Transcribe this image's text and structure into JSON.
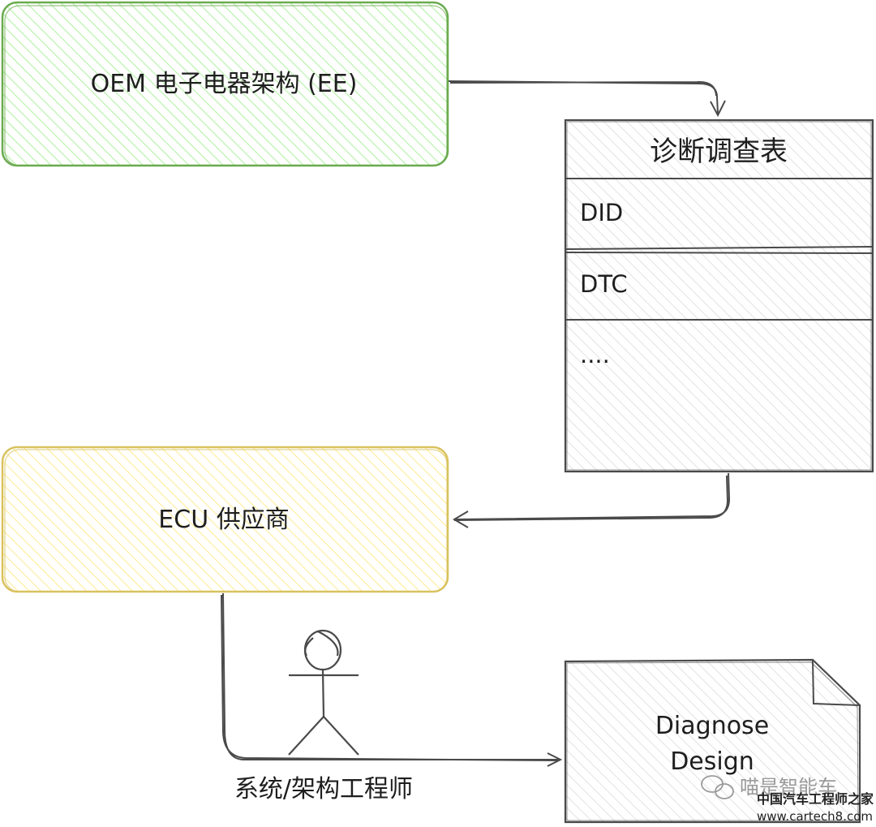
{
  "nodes": {
    "oem": {
      "label": "OEM 电子电器架构 (EE)",
      "stroke": "#6aab4f",
      "fill": "#b2f2a5"
    },
    "diag_table": {
      "title": "诊断调查表",
      "rows": [
        "DID",
        "DTC",
        "...."
      ],
      "stroke": "#4a4a4a"
    },
    "ecu": {
      "label": "ECU 供应商",
      "stroke": "#d9c25f",
      "fill": "#ffec99"
    },
    "engineer": {
      "label": "系统/架构工程师"
    },
    "doc": {
      "line1": "Diagnose",
      "line2": "Design"
    }
  },
  "watermark": {
    "account": "喵是智能车",
    "site_cn": "中国汽车工程师之家",
    "site_url": "www.cartech8.com"
  },
  "colors": {
    "stroke": "#4a4a4a",
    "text": "#1e1e1e"
  }
}
